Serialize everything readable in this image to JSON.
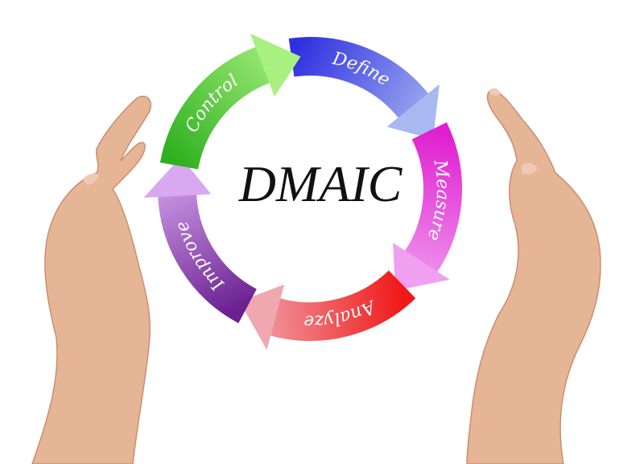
{
  "title": "DMAIC",
  "steps": [
    {
      "label": "Define",
      "color_start": "#3030e0",
      "color_end": "#a8b8f0"
    },
    {
      "label": "Measure",
      "color_start": "#e020d0",
      "color_end": "#f0a0f0"
    },
    {
      "label": "Analyze",
      "color_start": "#f01818",
      "color_end": "#f0a8b0"
    },
    {
      "label": "Improve",
      "color_start": "#6a2090",
      "color_end": "#d8a8f0"
    },
    {
      "label": "Control",
      "color_start": "#30b020",
      "color_end": "#a8f080"
    }
  ],
  "skin_color": "#e8b898"
}
